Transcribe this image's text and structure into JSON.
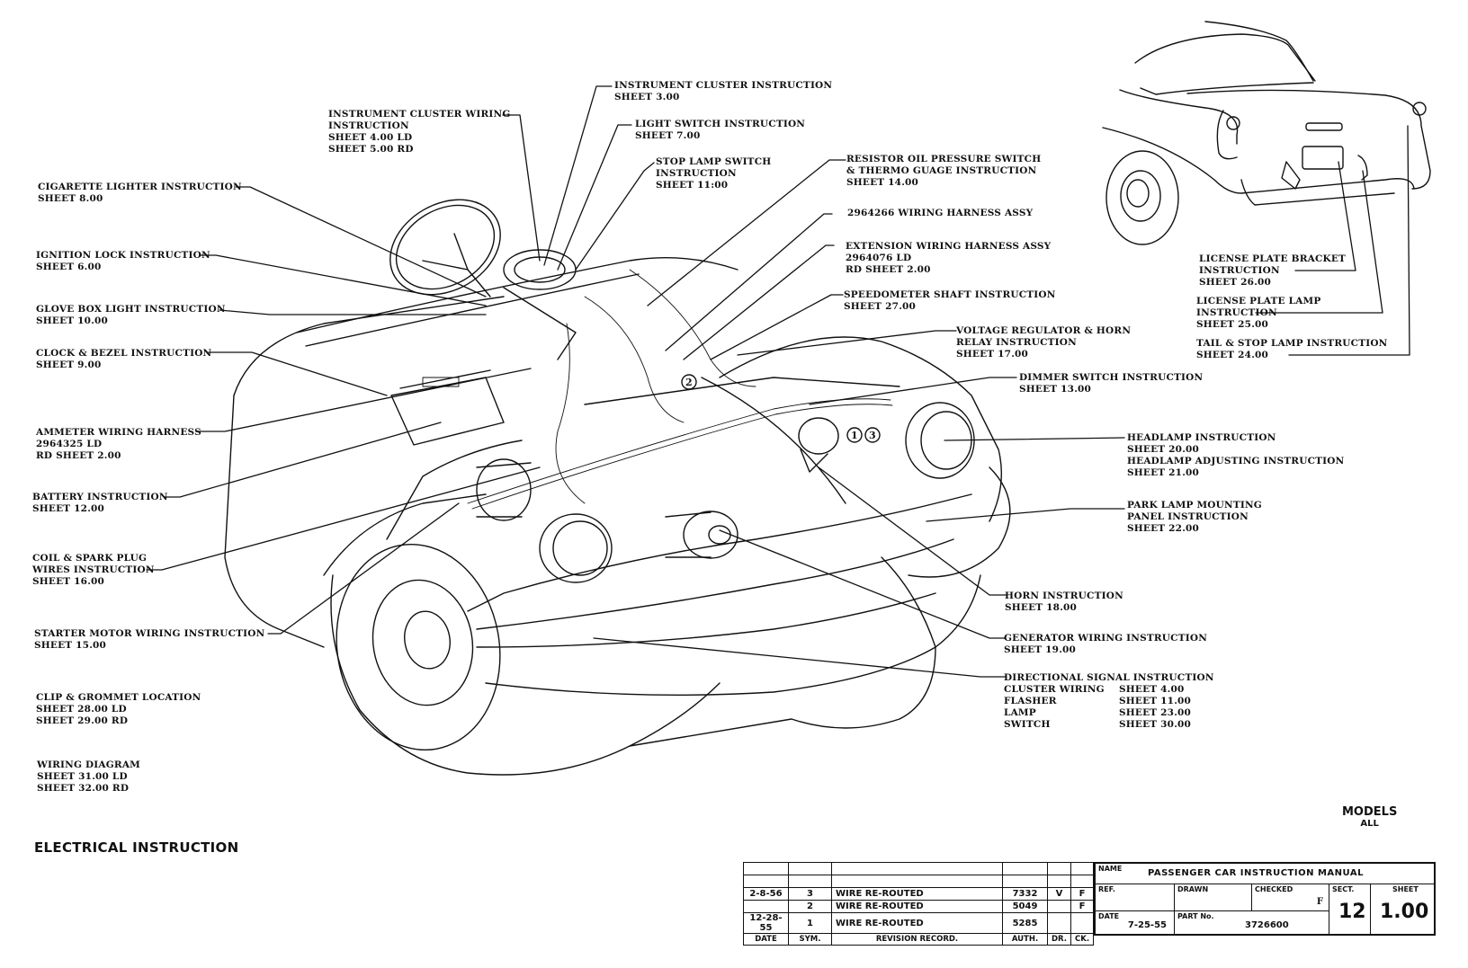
{
  "document": {
    "title": "ELECTRICAL INSTRUCTION",
    "models": {
      "label": "MODELS",
      "value": "ALL"
    }
  },
  "callouts": {
    "instrument_cluster_wiring": [
      "INSTRUMENT CLUSTER WIRING",
      "INSTRUCTION",
      "SHEET 4.00 LD",
      "SHEET 5.00 RD"
    ],
    "instrument_cluster": [
      "INSTRUMENT CLUSTER INSTRUCTION",
      "SHEET 3.00"
    ],
    "light_switch": [
      "LIGHT SWITCH INSTRUCTION",
      "SHEET 7.00"
    ],
    "stop_lamp_switch": [
      "STOP LAMP SWITCH",
      "INSTRUCTION",
      "SHEET 11:00"
    ],
    "resistor_oil": [
      "RESISTOR OIL PRESSURE SWITCH",
      "& THERMO GUAGE INSTRUCTION",
      "SHEET 14.00"
    ],
    "wiring_harness": [
      "2964266 WIRING HARNESS ASSY"
    ],
    "extension_harness": [
      "EXTENSION WIRING HARNESS ASSY",
      "2964076 LD",
      "RD SHEET 2.00"
    ],
    "speedometer": [
      "SPEEDOMETER SHAFT INSTRUCTION",
      "SHEET 27.00"
    ],
    "voltage_regulator": [
      "VOLTAGE REGULATOR & HORN",
      "RELAY INSTRUCTION",
      "SHEET 17.00"
    ],
    "dimmer_switch": [
      "DIMMER SWITCH INSTRUCTION",
      "SHEET 13.00"
    ],
    "headlamp": [
      "HEADLAMP INSTRUCTION",
      "SHEET 20.00",
      "HEADLAMP ADJUSTING INSTRUCTION",
      "SHEET 21.00"
    ],
    "park_lamp": [
      "PARK LAMP MOUNTING",
      "PANEL INSTRUCTION",
      "SHEET 22.00"
    ],
    "horn": [
      "HORN INSTRUCTION",
      "SHEET 18.00"
    ],
    "generator": [
      "GENERATOR WIRING INSTRUCTION",
      "SHEET 19.00"
    ],
    "directional_signal": {
      "heading": "DIRECTIONAL SIGNAL INSTRUCTION",
      "rows": [
        {
          "item": "CLUSTER WIRING",
          "sheet": "SHEET  4.00"
        },
        {
          "item": "FLASHER",
          "sheet": "SHEET 11.00"
        },
        {
          "item": "LAMP",
          "sheet": "SHEET 23.00"
        },
        {
          "item": "SWITCH",
          "sheet": "SHEET 30.00"
        }
      ]
    },
    "license_bracket": [
      "LICENSE PLATE BRACKET",
      "INSTRUCTION",
      "SHEET 26.00"
    ],
    "license_lamp": [
      "LICENSE PLATE LAMP",
      "INSTRUCTION",
      "SHEET 25.00"
    ],
    "tail_stop_lamp": [
      "TAIL & STOP LAMP INSTRUCTION",
      "SHEET 24.00"
    ],
    "cigarette_lighter": [
      "CIGARETTE LIGHTER INSTRUCTION",
      "SHEET 8.00"
    ],
    "ignition_lock": [
      "IGNITION LOCK INSTRUCTION",
      "SHEET 6.00"
    ],
    "glove_box": [
      "GLOVE BOX LIGHT INSTRUCTION",
      "SHEET 10.00"
    ],
    "clock_bezel": [
      "CLOCK & BEZEL INSTRUCTION",
      "SHEET 9.00"
    ],
    "ammeter": [
      "AMMETER WIRING HARNESS",
      "2964325 LD",
      "RD SHEET 2.00"
    ],
    "battery": [
      "BATTERY INSTRUCTION",
      "SHEET 12.00"
    ],
    "coil_spark": [
      "COIL & SPARK PLUG",
      "WIRES INSTRUCTION",
      "SHEET 16.00"
    ],
    "starter_motor": [
      "STARTER MOTOR WIRING INSTRUCTION",
      "SHEET 15.00"
    ],
    "clip_grommet": [
      "CLIP & GROMMET LOCATION",
      "SHEET 28.00 LD",
      "SHEET 29.00 RD"
    ],
    "wiring_diagram": [
      "WIRING DIAGRAM",
      "SHEET 31.00 LD",
      "SHEET 32.00 RD"
    ]
  },
  "markers": [
    "1",
    "2",
    "3"
  ],
  "revision_table": {
    "headers": [
      "DATE",
      "SYM.",
      "REVISION RECORD.",
      "AUTH.",
      "DR.",
      "CK."
    ],
    "rows": [
      {
        "date": "",
        "sym": "",
        "record": "",
        "auth": "",
        "dr": "",
        "ck": ""
      },
      {
        "date": "",
        "sym": "",
        "record": "",
        "auth": "",
        "dr": "",
        "ck": ""
      },
      {
        "date": "2-8-56",
        "sym": "3",
        "record": "WIRE RE-ROUTED",
        "auth": "7332",
        "dr": "V",
        "ck": "F"
      },
      {
        "date": "",
        "sym": "2",
        "record": "WIRE RE-ROUTED",
        "auth": "5049",
        "dr": "",
        "ck": "F"
      },
      {
        "date": "12-28-55",
        "sym": "1",
        "record": "WIRE RE-ROUTED",
        "auth": "5285",
        "dr": "",
        "ck": ""
      }
    ]
  },
  "title_block": {
    "name_label": "NAME",
    "name_value": "PASSENGER CAR INSTRUCTION MANUAL",
    "ref_label": "REF.",
    "drawn_label": "DRAWN",
    "checked_label": "CHECKED",
    "checked_value": "F",
    "sect_label": "SECT.",
    "sect_value": "12",
    "sheet_label": "SHEET",
    "sheet_value": "1.00",
    "date_label": "DATE",
    "date_value": "7-25-55",
    "part_label": "PART No.",
    "part_value": "3726600"
  }
}
